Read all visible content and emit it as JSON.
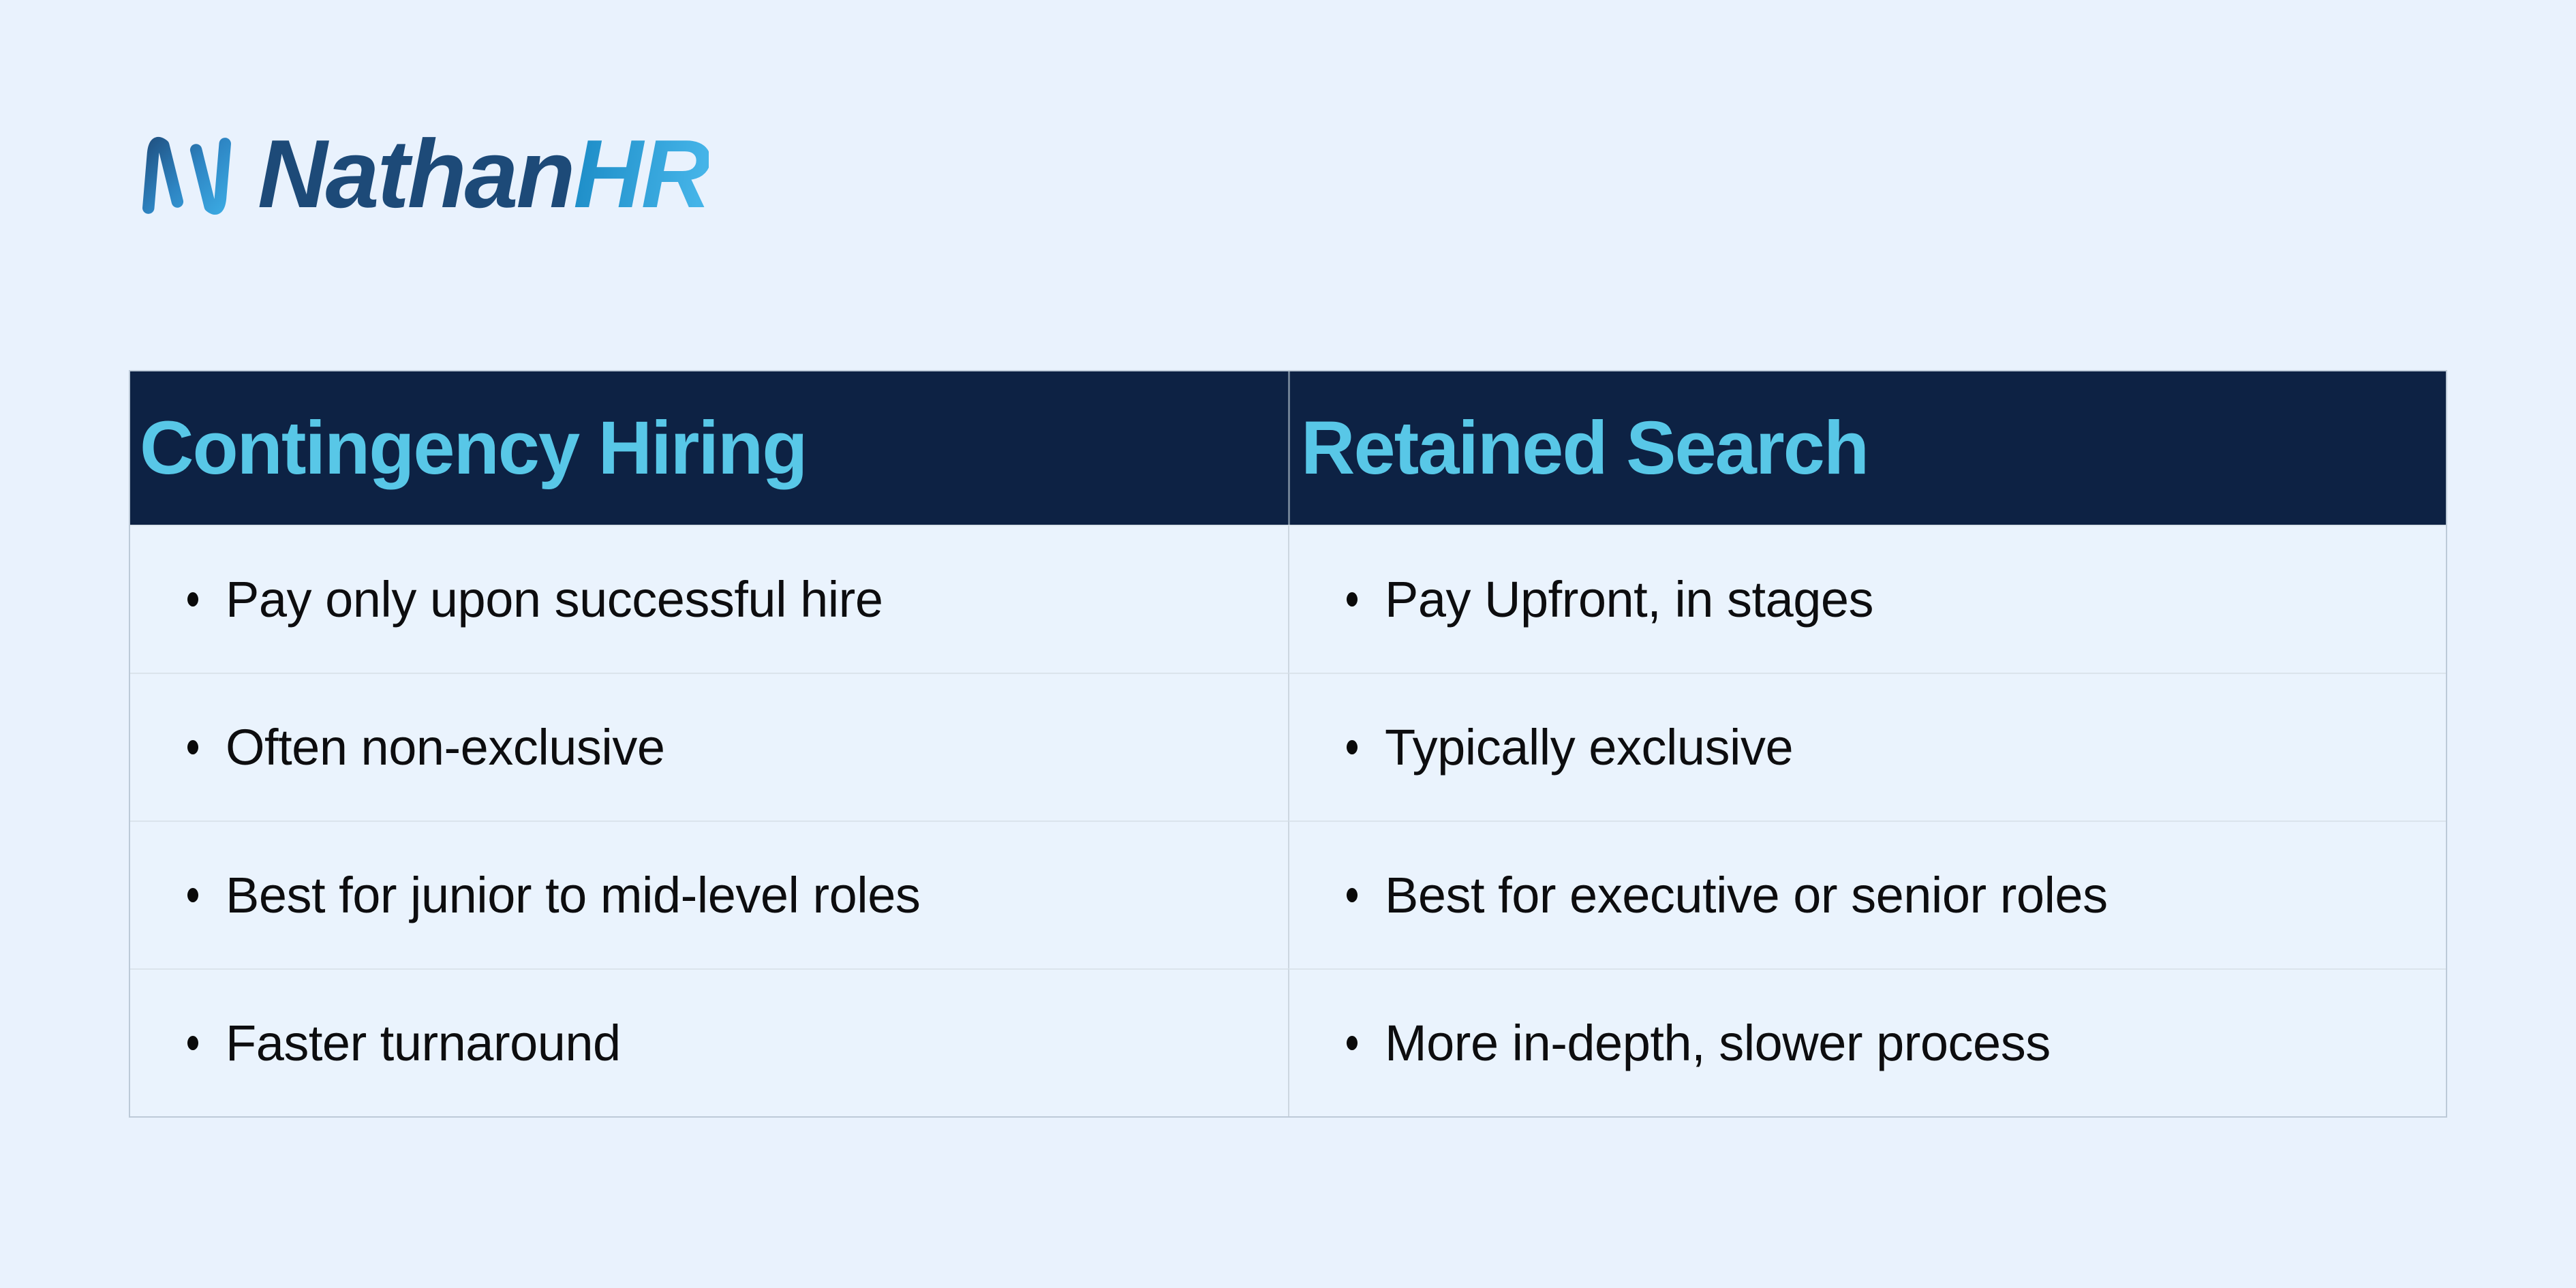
{
  "page": {
    "background_color": "#e9f2fd"
  },
  "logo": {
    "icon": "nathanhr-n-mark",
    "text_primary": "Nathan",
    "text_secondary": "HR",
    "text_primary_color": "#1d4a78",
    "text_secondary_color": "#2b9dd6",
    "icon_gradient_start": "#1b406c",
    "icon_gradient_end": "#41b9ef"
  },
  "comparison_table": {
    "header_bg_color": "#0d2244",
    "header_text_color": "#58c7e7",
    "body_text_color": "#0d0d0f",
    "columns": [
      {
        "header": "Contingency Hiring",
        "items": [
          "Pay only upon successful hire",
          "Often non-exclusive",
          "Best for junior to mid-level roles",
          "Faster turnaround"
        ]
      },
      {
        "header": "Retained Search",
        "items": [
          "Pay Upfront, in stages",
          "Typically exclusive",
          "Best for executive or senior roles",
          "More in-depth, slower process"
        ]
      }
    ]
  }
}
